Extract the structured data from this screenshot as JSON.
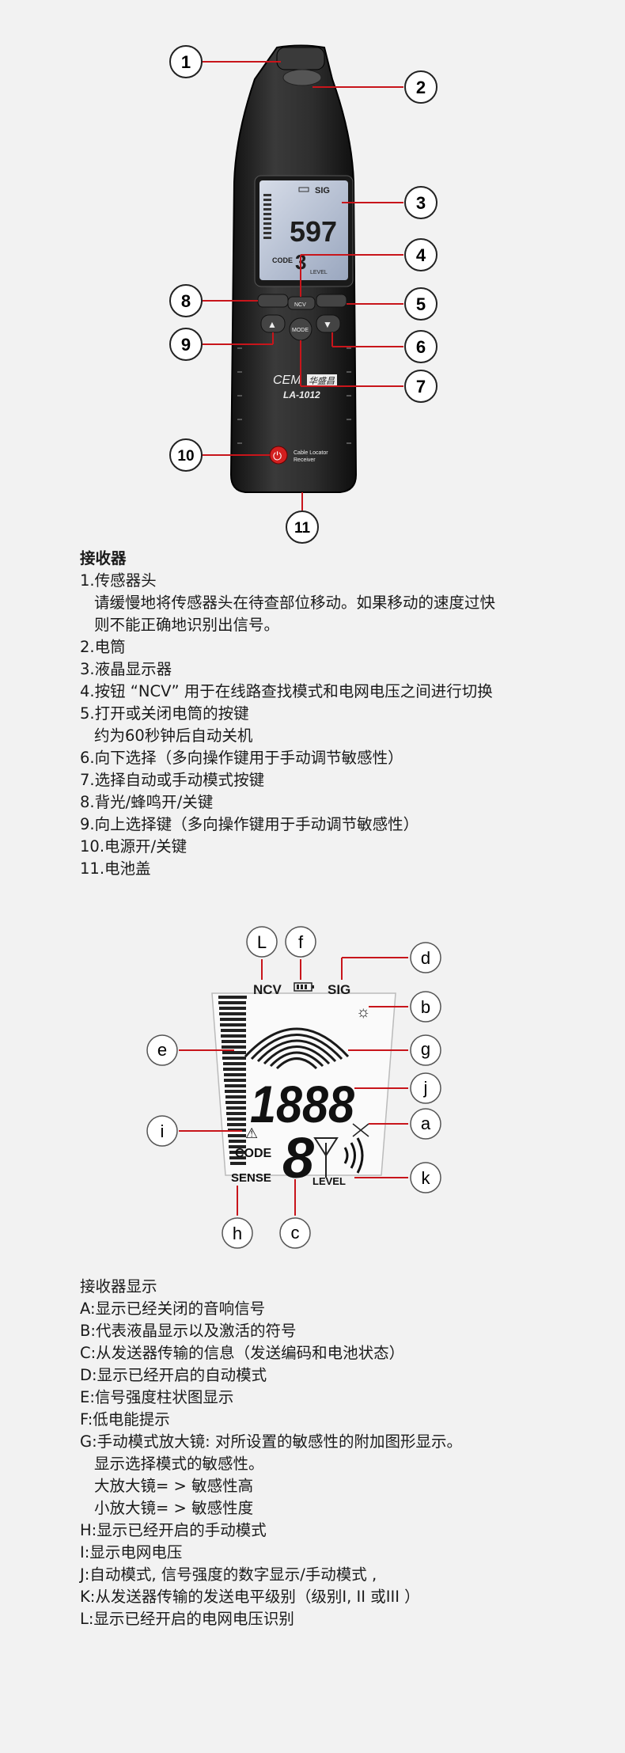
{
  "device": {
    "brand": "CEM",
    "brand_cn": "华盛昌",
    "model": "LA-1012",
    "lcd_sig": "SIG",
    "lcd_digits": "597",
    "lcd_code_label": "CODE",
    "lcd_code_digit": "3",
    "lcd_level": "LEVEL",
    "ncv_key": "NCV",
    "mode_key": "MODE",
    "product_text_line1": "Cable Locator",
    "product_text_line2": "Receiver",
    "callouts": [
      "1",
      "2",
      "3",
      "4",
      "5",
      "6",
      "7",
      "8",
      "9",
      "10",
      "11"
    ]
  },
  "receiver": {
    "title": "接收器",
    "items": [
      "1.传感器头",
      "请缓慢地将传感器头在待查部位移动。如果移动的速度过快",
      "则不能正确地识别出信号。",
      "2.电筒",
      "3.液晶显示器",
      "4.按钮 “NCV” 用于在线路查找模式和电网电压之间进行切换",
      "5.打开或关闭电筒的按键",
      "约为60秒钟后自动关机",
      "6.向下选择（多向操作键用于手动调节敏感性）",
      "7.选择自动或手动模式按键",
      "8.背光/蜂鸣开/关键",
      "9.向上选择键（多向操作键用于手动调节敏感性）",
      "10.电源开/关键",
      "11.电池盖"
    ]
  },
  "lcd": {
    "ncv": "NCV",
    "sig": "SIG",
    "digits": "1888",
    "code": "CODE",
    "code_digit": "8",
    "sense": "SENSE",
    "level": "LEVEL",
    "labels": {
      "L": "L",
      "f": "f",
      "d": "d",
      "b": "b",
      "e": "e",
      "g": "g",
      "j": "j",
      "i": "i",
      "a": "a",
      "k": "k",
      "h": "h",
      "c": "c"
    }
  },
  "display": {
    "title": "接收器显示",
    "items": [
      "A:显示已经关闭的音响信号",
      "B:代表液晶显示以及激活的符号",
      "C:从发送器传输的信息（发送编码和电池状态）",
      "D:显示已经开启的自动模式",
      "E:信号强度柱状图显示",
      "F:低电能提示",
      "G:手动模式放大镜: 对所设置的敏感性的附加图形显示。",
      "显示选择模式的敏感性。",
      "大放大镜= > 敏感性高",
      "小放大镜= > 敏感性度",
      "H:显示已经开启的手动模式",
      "I:显示电网电压",
      "J:自动模式, 信号强度的数字显示/手动模式 ,",
      "K:从发送器传输的发送电平级别（级别I, II 或III ）",
      "L:显示已经开启的电网电压识别"
    ]
  },
  "colors": {
    "leader": "#c8151b",
    "device": "#2a2a2a",
    "lcd": "#b9c3d4",
    "bg": "#f2f2f2"
  }
}
